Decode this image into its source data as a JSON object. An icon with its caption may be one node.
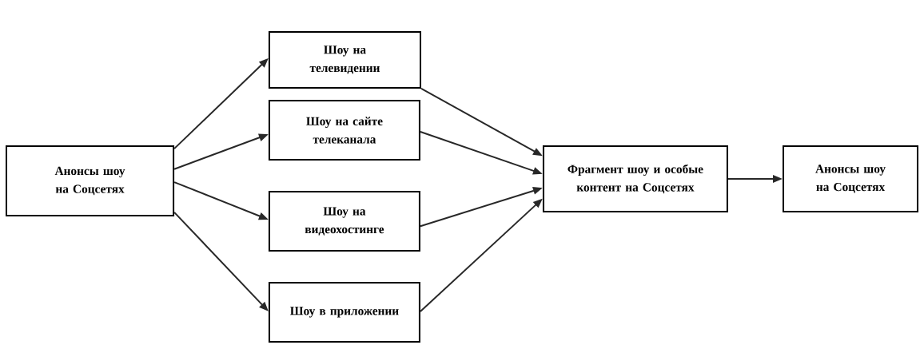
{
  "diagram": {
    "nodes": [
      {
        "text": [
          "Анонсы шоу на Соцсетях"
        ]
      },
      {
        "text": [
          "Шоу на телевидении"
        ]
      },
      {
        "text": [
          "Шоу на сайте телеканала"
        ]
      },
      {
        "text": [
          "Шоу на видеохостинге"
        ]
      },
      {
        "text": [
          "Шоу в приложении"
        ]
      },
      {
        "text": [
          "Фрагмент шоу и особые контент на Соцсетях"
        ]
      },
      {
        "text": [
          "Анонсы шоу на Соцсетях"
        ]
      }
    ],
    "edges": [
      {
        "from": 0,
        "to": 1,
        "arrow": "to"
      },
      {
        "from": 0,
        "to": 2,
        "arrow": "to"
      },
      {
        "from": 0,
        "to": 3,
        "arrow": "to"
      },
      {
        "from": 0,
        "to": 4,
        "arrow": "to"
      },
      {
        "from": 1,
        "to": 5,
        "arrow": "to"
      },
      {
        "from": 2,
        "to": 5,
        "arrow": "to"
      },
      {
        "from": 3,
        "to": 5,
        "arrow": "to"
      },
      {
        "from": 4,
        "to": 5,
        "arrow": "to"
      },
      {
        "from": 5,
        "to": 6,
        "arrow": "to"
      }
    ]
  }
}
